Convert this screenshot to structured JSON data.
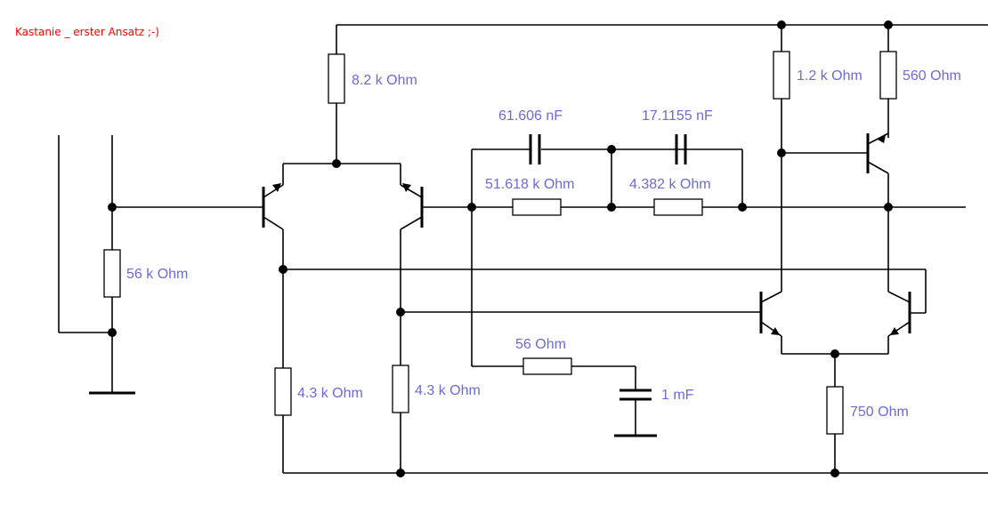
{
  "title": "Kastanie _ erster Ansatz ;-)",
  "colors": {
    "label": "#6b6bd9",
    "title": "#ff0000",
    "wire": "#000000"
  },
  "labels": {
    "r_top": "8.2 k Ohm",
    "r_56k": "56 k Ohm",
    "r_43a": "4.3 k Ohm",
    "r_43b": "4.3 k Ohm",
    "c1": "61.606 nF",
    "c2": "17.1155 nF",
    "r1": "51.618 k Ohm",
    "r2": "4.382 k Ohm",
    "r_12k": "1.2 k Ohm",
    "r_560": "560  Ohm",
    "r_56": "56  Ohm",
    "c_1mf": "1 mF",
    "r_750": "750  Ohm"
  }
}
